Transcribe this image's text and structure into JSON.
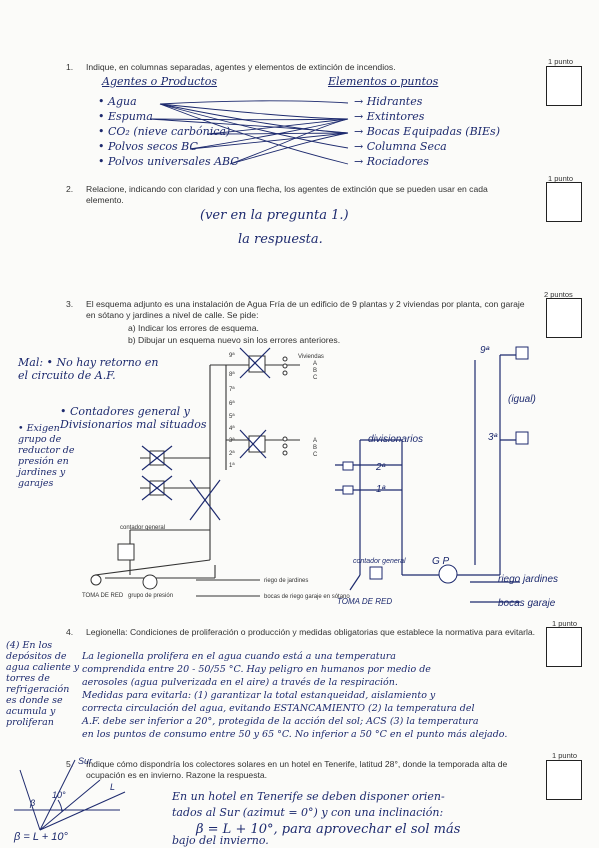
{
  "questions": [
    {
      "number": "1.",
      "text": "Indique, en columnas separadas, agentes y elementos de extinción de incendios.",
      "points": "1 punto"
    },
    {
      "number": "2.",
      "text": "Relacione, indicando con claridad y con una flecha, los agentes de extinción que se pueden usar en cada elemento.",
      "points": "1 punto"
    },
    {
      "number": "3.",
      "text": "El esquema adjunto es una instalación de Agua Fría de un edificio de 9 plantas y 2 viviendas por planta, con garaje en sótano y jardines a nivel de calle. Se pide:",
      "points": "2 puntos",
      "sub_a": "a) Indicar los errores de esquema.",
      "sub_b": "b) Dibujar un esquema nuevo sin los errores anteriores."
    },
    {
      "number": "4.",
      "text": "Legionella: Condiciones de proliferación o producción y medidas obligatorias que establece la normativa para evitarla.",
      "points": "1 punto"
    },
    {
      "number": "5.",
      "text": "Indique cómo dispondría los colectores solares en un hotel en Tenerife, latitud 28°, donde la temporada alta de ocupación es en invierno. Razone la respuesta.",
      "points": "1 punto"
    }
  ],
  "answer1": {
    "agents_header": "Agentes o Productos",
    "elements_header": "Elementos o puntos",
    "agents": [
      "Agua",
      "Espuma",
      "CO₂ (nieve carbónica)",
      "Polvos secos BC",
      "Polvos universales ABC"
    ],
    "elements": [
      "Hidrantes",
      "Extintores",
      "Bocas Equipadas (BIEs)",
      "Columna Seca",
      "Rociadores"
    ]
  },
  "answer2": {
    "line1": "(ver en la pregunta 1.)",
    "line2": "la respuesta."
  },
  "answer3": {
    "note_mal": "Mal: • No hay retorno en el circuito de A.F.",
    "note_contadores": "• Contadores general y Divisionarios mal situados",
    "note_exigen": "• Exigen grupo de reductor de presión en jardines y garajes",
    "divisionarios": "divisionarios",
    "contador_general": "contador general",
    "gp": "G P",
    "toma_red": "TOMA DE RED",
    "riego_jardines": "riego jardines",
    "bocas_garaje": "bocas garaje",
    "igual": "(igual)",
    "floor_9": "9ª",
    "floor_3": "3ª",
    "floor_2": "2ª",
    "floor_1": "1ª"
  },
  "schema": {
    "viviendas": "Viviendas",
    "floors": [
      "9ª",
      "8ª",
      "7ª",
      "6ª",
      "5ª",
      "4ª",
      "3ª",
      "2ª",
      "1ª"
    ],
    "A": "A",
    "B": "B",
    "C": "C",
    "contador_general": "contador general",
    "toma_red": "TOMA DE RED",
    "grupo_presion": "grupo de presión",
    "riego": "riego de jardines",
    "bocas": "bocas de riego garaje en sótano"
  },
  "answer4": {
    "margin": "(4) En los depósitos de agua caliente y torres de refrigeración es donde se acumula y proliferan",
    "l1": "La legionella prolifera en el agua cuando está a una temperatura",
    "l2": "comprendida entre 20 - 50/55 °C. Hay peligro en humanos por medio de",
    "l3": "aerosoles (agua pulverizada en el aire) a través de la respiración.",
    "l4": "Medidas para evitarla: (1) garantizar la total estanqueidad, aislamiento y",
    "l5": "correcta circulación del agua, evitando ESTANCAMIENTO (2) la temperatura del",
    "l6": "A.F. debe ser inferior a 20°, protegida de la acción del sol; ACS (3) la temperatura",
    "l7": "en los puntos de consumo entre 50 y 65 °C. No inferior a 50 °C en el punto más alejado."
  },
  "answer5": {
    "l1": "En un hotel en Tenerife se deben disponer orien-",
    "l2": "tados al Sur (azimut = 0°) y con una inclinación:",
    "l3": "β = L + 10°, para aprovechar el sol más",
    "l4": "bajo del invierno.",
    "fig_formula": "β = L + 10°",
    "fig_sur": "Sur",
    "fig_beta": "β",
    "fig_angle": "10°",
    "fig_l": "L"
  },
  "colors": {
    "ink": "#1d2a6e",
    "print": "#333333"
  }
}
